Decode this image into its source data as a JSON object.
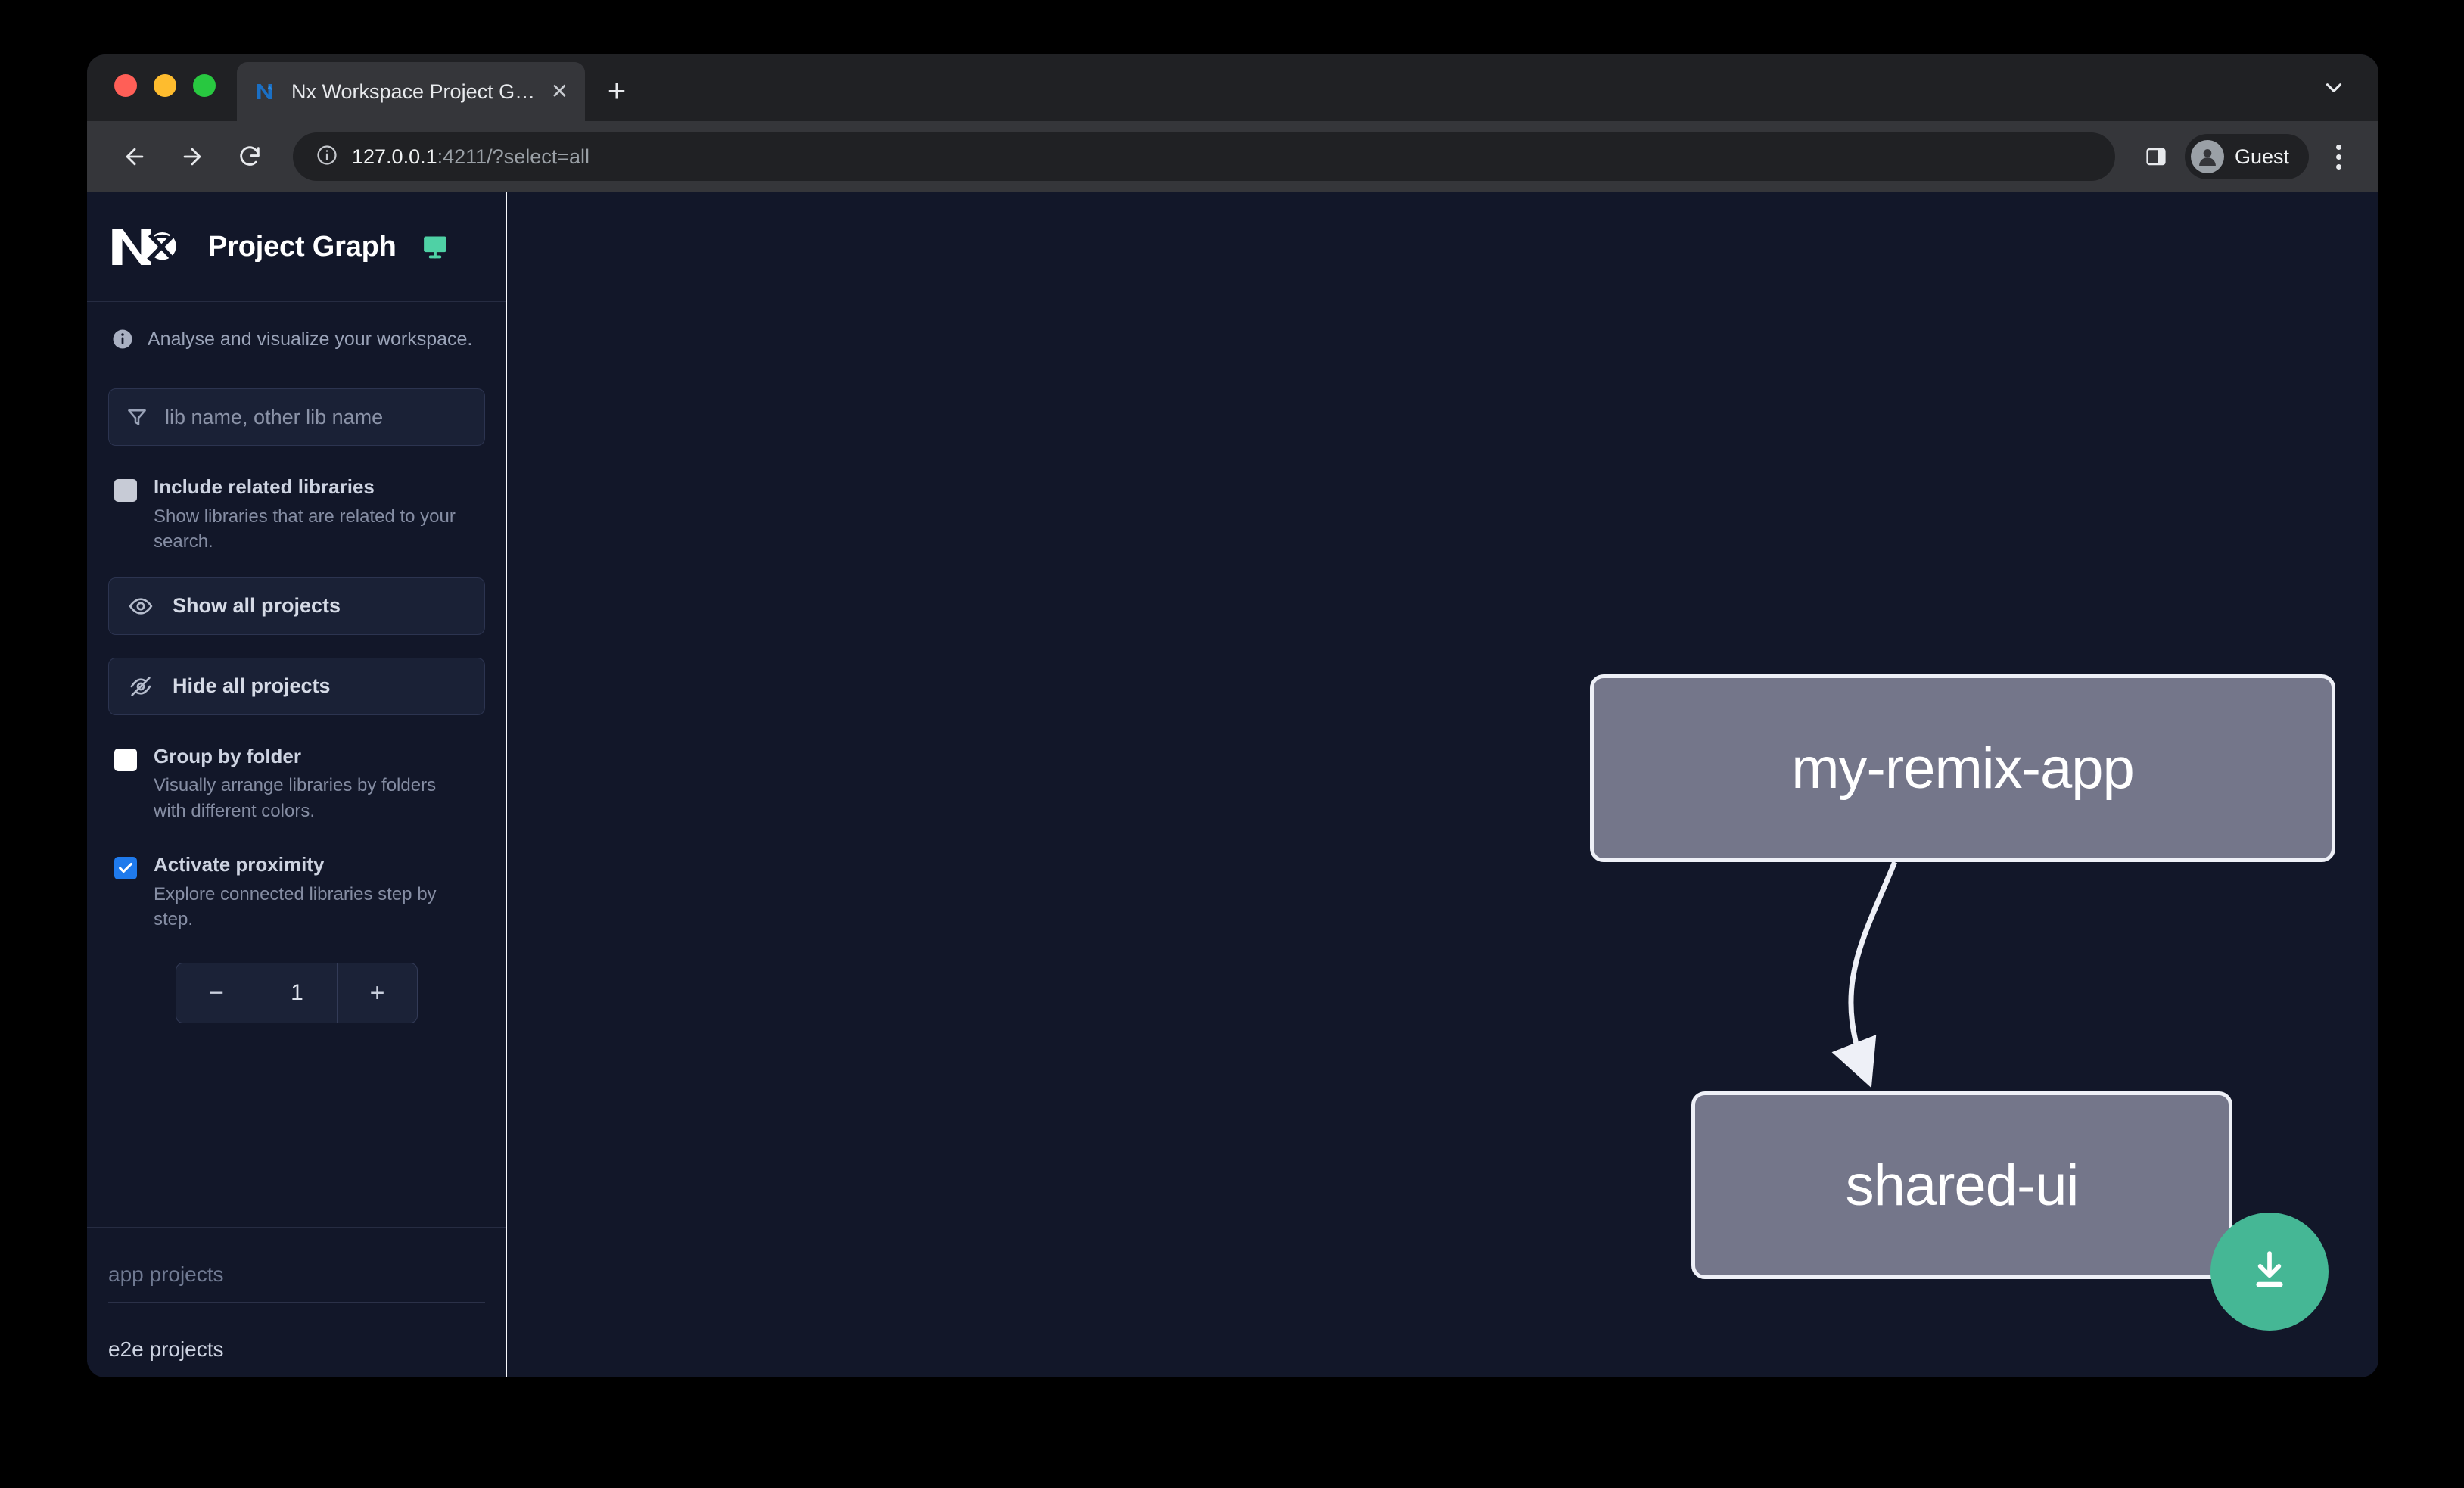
{
  "browser": {
    "tab": {
      "title": "Nx Workspace Project Graph",
      "favicon_name": "nx-favicon",
      "close_label": "✕"
    },
    "new_tab_label": "+",
    "omnibox": {
      "host": "127.0.0.1",
      "rest": ":4211/?select=all",
      "full_url": "127.0.0.1:4211/?select=all",
      "security_icon": "info-circle-icon"
    },
    "profile": {
      "name": "Guest",
      "avatar_icon": "person-avatar-icon"
    },
    "nav": {
      "back": "back-arrow-icon",
      "forward": "forward-arrow-icon",
      "reload": "reload-icon"
    },
    "side_panel_icon": "side-panel-icon",
    "menu_icon": "three-dot-menu-icon",
    "tabstrip_chevron_icon": "chevron-down-icon"
  },
  "sidebar": {
    "logo_name": "nx-logo",
    "app_title": "Project Graph",
    "display_icon": "monitor-icon",
    "tagline": "Analyse and visualize your workspace.",
    "tagline_icon": "info-icon",
    "filter": {
      "placeholder": "lib name, other lib name",
      "value": "",
      "icon": "filter-funnel-icon"
    },
    "options": [
      {
        "id": "include-related-libraries",
        "label": "Include related libraries",
        "description": "Show libraries that are related to your search.",
        "state": "disabled"
      },
      {
        "id": "group-by-folder",
        "label": "Group by folder",
        "description": "Visually arrange libraries by folders with different colors.",
        "state": "unchecked"
      },
      {
        "id": "activate-proximity",
        "label": "Activate proximity",
        "description": "Explore connected libraries step by step.",
        "state": "checked"
      }
    ],
    "buttons": [
      {
        "id": "show-all-projects",
        "label": "Show all projects",
        "icon": "eye-icon"
      },
      {
        "id": "hide-all-projects",
        "label": "Hide all projects",
        "icon": "eye-off-icon"
      }
    ],
    "stepper": {
      "decrement_label": "−",
      "value": "1",
      "increment_label": "+"
    },
    "sections": [
      {
        "id": "app-projects",
        "label": "app projects",
        "emphasis": "muted"
      },
      {
        "id": "e2e-projects",
        "label": "e2e projects",
        "emphasis": "bright"
      }
    ]
  },
  "graph": {
    "nodes": [
      {
        "id": "my-remix-app",
        "label": "my-remix-app"
      },
      {
        "id": "shared-ui",
        "label": "shared-ui"
      }
    ],
    "edges": [
      {
        "from": "my-remix-app",
        "to": "shared-ui"
      }
    ],
    "download_button": {
      "icon": "download-icon",
      "color": "#45b795"
    }
  },
  "colors": {
    "accent_green": "#4fd1a5",
    "checkbox_blue": "#1f7aec",
    "node_fill": "#74768a",
    "node_border": "#eef0f7",
    "canvas_bg": "#121729",
    "sidebar_bg": "#121729"
  }
}
